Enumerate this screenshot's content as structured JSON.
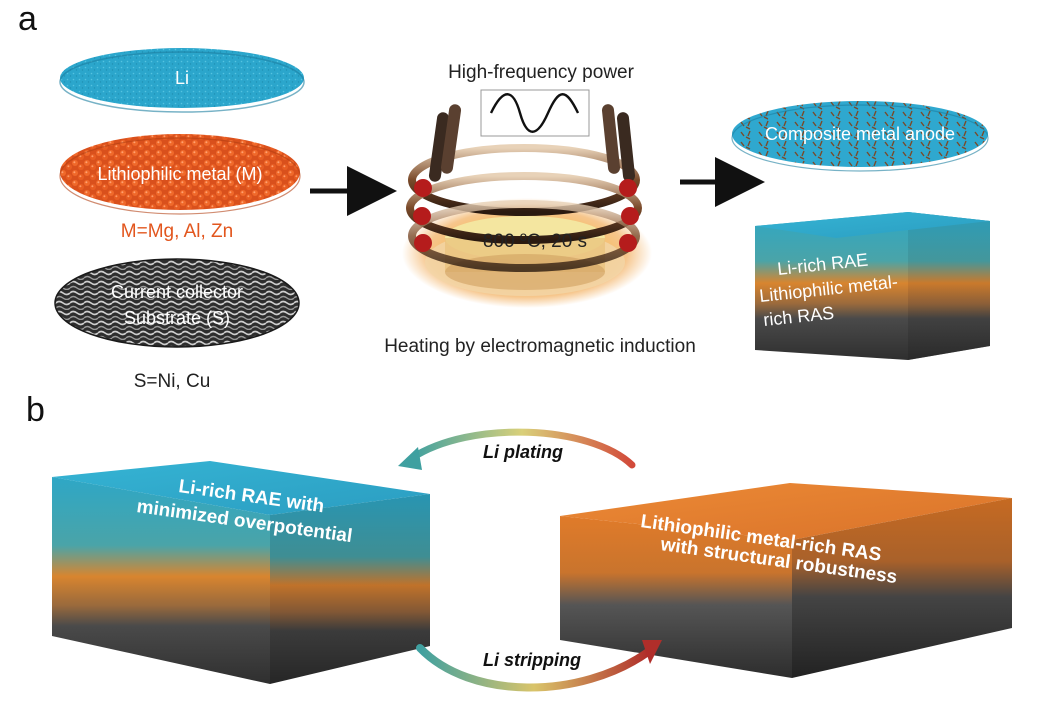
{
  "panel_a": {
    "letter": "a",
    "li_disc": "Li",
    "lithiophilic_disc": "Lithiophilic metal (M)",
    "m_list": "M=Mg, Al, Zn",
    "collector_line1": "Current collector",
    "collector_line2": "Substrate (S)",
    "s_list": "S=Ni, Cu",
    "power": "High-frequency power",
    "temperature": "800 ºC, 20 s",
    "heating": "Heating by electromagnetic induction",
    "composite": "Composite metal anode",
    "rae": "Li-rich RAE",
    "ras_line1": "Lithiophilic metal-",
    "ras_line2": "rich RAS"
  },
  "panel_b": {
    "letter": "b",
    "left_line1": "Li-rich RAE with",
    "left_line2": "minimized overpotential",
    "right_line1": "Lithiophilic metal-rich RAS",
    "right_line2": "with structural robustness",
    "plating": "Li plating",
    "stripping": "Li stripping"
  },
  "colors": {
    "li_blue": "#2aa4c8",
    "orange": "#e2561e",
    "dark": "#3a3a3a"
  }
}
